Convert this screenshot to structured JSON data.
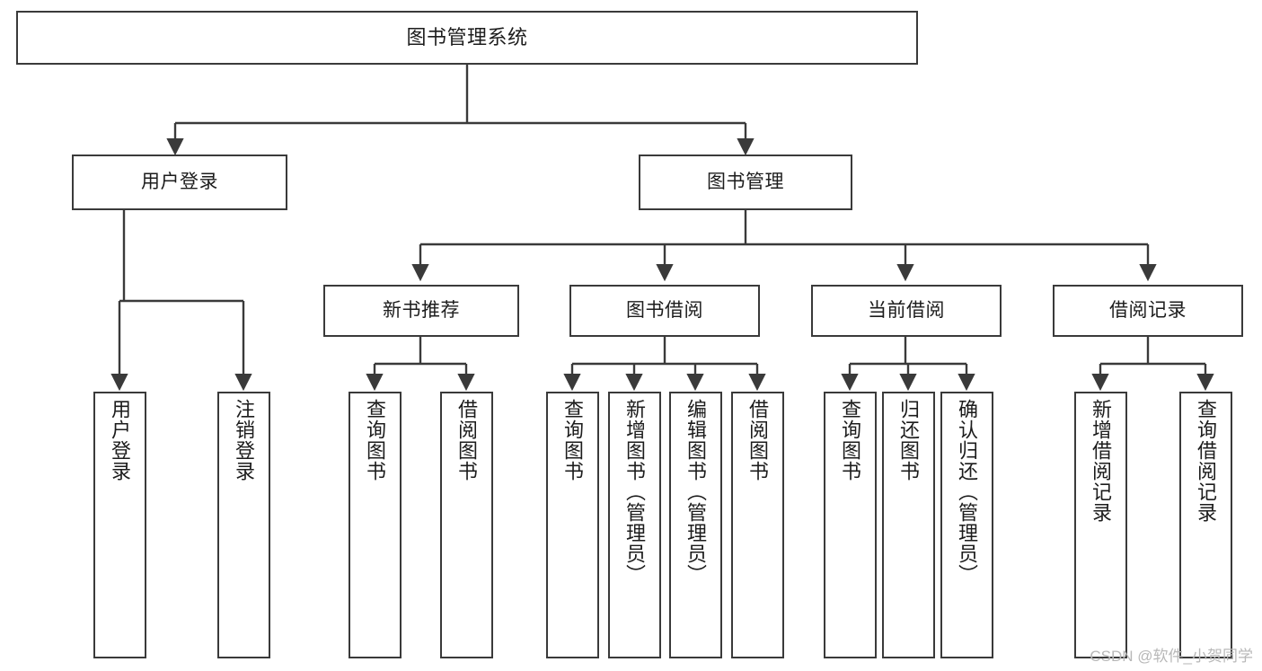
{
  "diagram": {
    "type": "tree-hierarchy",
    "title": "图书管理系统",
    "orientation": "top-down",
    "colors": {
      "background": "#ffffff",
      "node_fill": "#ffffff",
      "node_border": "#3a3a3a",
      "edge": "#3a3a3a",
      "text": "#1c1c1c",
      "watermark": "#b8b8b8"
    }
  },
  "watermark": {
    "text": "CSDN @软件_小贺同学"
  },
  "nodes": {
    "root": {
      "label": "图书管理系统"
    },
    "level1": [
      {
        "id": "user-login",
        "label": "用户登录"
      },
      {
        "id": "book-management",
        "label": "图书管理"
      }
    ],
    "level2": [
      {
        "id": "new-book-recommend",
        "label": "新书推荐"
      },
      {
        "id": "book-borrow",
        "label": "图书借阅"
      },
      {
        "id": "current-borrow",
        "label": "当前借阅"
      },
      {
        "id": "borrow-record",
        "label": "借阅记录"
      }
    ],
    "leaves": {
      "user_login": [
        {
          "id": "leaf-user-login",
          "label": "用户登录"
        },
        {
          "id": "leaf-logout-login",
          "label": "注销登录"
        }
      ],
      "new_book_recommend": [
        {
          "id": "leaf-query-book-1",
          "label": "查询图书"
        },
        {
          "id": "leaf-borrow-book-1",
          "label": "借阅图书"
        }
      ],
      "book_borrow": [
        {
          "id": "leaf-query-book-2",
          "label": "查询图书"
        },
        {
          "id": "leaf-add-book",
          "label": "新增图书（管理员）"
        },
        {
          "id": "leaf-edit-book",
          "label": "编辑图书（管理员）"
        },
        {
          "id": "leaf-borrow-book-2",
          "label": "借阅图书"
        }
      ],
      "current_borrow": [
        {
          "id": "leaf-query-book-3",
          "label": "查询图书"
        },
        {
          "id": "leaf-return-book",
          "label": "归还图书"
        },
        {
          "id": "leaf-confirm-return",
          "label": "确认归还（管理员）"
        }
      ],
      "borrow_record": [
        {
          "id": "leaf-add-record",
          "label": "新增借阅记录"
        },
        {
          "id": "leaf-query-record",
          "label": "查询借阅记录"
        }
      ]
    }
  }
}
